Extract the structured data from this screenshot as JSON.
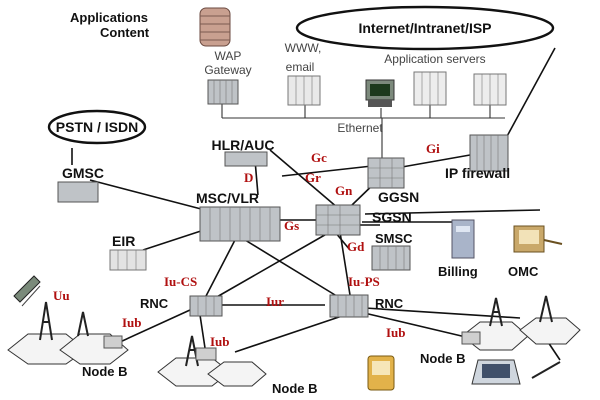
{
  "diagram": {
    "labels": {
      "applications": "Applications",
      "content": "Content",
      "wap_1": "WAP",
      "wap_2": "Gateway",
      "www": "WWW,",
      "email": "email",
      "app_servers": "Application servers",
      "internet": "Internet/Intranet/ISP",
      "ethernet": "Ethernet",
      "pstn": "PSTN / ISDN",
      "hlr": "HLR/AUC",
      "gmsc": "GMSC",
      "ip_firewall": "IP firewall",
      "ggsn": "GGSN",
      "msc_vlr": "MSC/VLR",
      "sgsn": "SGSN",
      "smsc": "SMSC",
      "eir": "EIR",
      "billing": "Billing",
      "omc": "OMC",
      "rnc_left": "RNC",
      "rnc_right": "RNC",
      "node_b_left": "Node B",
      "node_b_center": "Node B",
      "node_b_right": "Node B"
    },
    "interfaces": {
      "gc": "Gc",
      "gi": "Gi",
      "d": "D",
      "gr": "Gr",
      "gn": "Gn",
      "gs": "Gs",
      "gd": "Gd",
      "iu_cs": "Iu-CS",
      "iu_ps": "Iu-PS",
      "uu": "Uu",
      "iur": "Iur",
      "iub_left": "Iub",
      "iub_center": "Iub",
      "iub_right": "Iub"
    }
  }
}
